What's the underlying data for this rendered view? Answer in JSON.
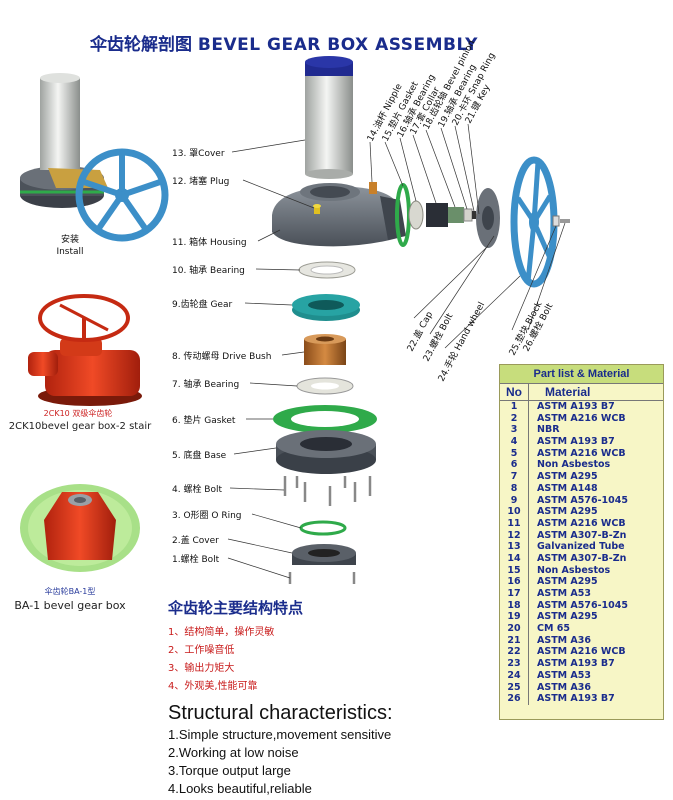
{
  "title": {
    "cn": "伞齿轮解剖图",
    "en": "BEVEL GEAR BOX  ASSEMBLY"
  },
  "left_captions": {
    "install_cn": "安装",
    "install_en": "Install",
    "ck10_cn": "2CK10 双级伞齿轮",
    "ck10_en": "2CK10bevel gear box-2 stair",
    "ba1_cn": "伞齿轮BA-1型",
    "ba1_en": "BA-1 bevel gear box"
  },
  "left_parts": [
    "13.  罩Cover",
    "12. 堵塞 Plug",
    "11. 箱体 Housing",
    "10. 轴承 Bearing",
    "9.齿轮盘  Gear",
    "8. 传动螺母 Drive Bush",
    "7.  轴承 Bearing",
    "6.  垫片  Gasket",
    "5. 底盘 Base",
    "4. 螺栓 Bolt",
    "3. O形圈 O Ring",
    "2.盖 Cover",
    "1.螺栓 Bolt"
  ],
  "top_parts": [
    "14.油杯  Nipple",
    "15.垫片 Gasket",
    "16.轴承 Bearing",
    "17.套 Collar",
    "18.齿轮轴 Bevel pinion",
    "19.轴承 Bearing",
    "20.卡环 Snap Ring",
    "21.键 Key"
  ],
  "bottom_parts": [
    "22.盖  Cap",
    "23.螺栓 Bolt",
    "24.手轮 Hand wheel",
    "25.垫块 Block",
    "26.螺栓 Bolt"
  ],
  "features": {
    "title_cn": "伞齿轮主要结构特点",
    "items_cn": [
      "1、结构简单，操作灵敏",
      "2、工作噪音低",
      "3、输出力矩大",
      "4、外观美,性能可靠"
    ],
    "title_en": "Structural characteristics:",
    "items_en": [
      "1.Simple structure,movement sensitive",
      "2.Working at low noise",
      "3.Torque output large",
      "4.Looks beautiful,reliable"
    ]
  },
  "table": {
    "title": "Part   list &  Material",
    "col_no": "No",
    "col_material": "Material",
    "rows": [
      {
        "no": "1",
        "material": "ASTM   A193 B7"
      },
      {
        "no": "2",
        "material": "ASTM   A216 WCB"
      },
      {
        "no": "3",
        "material": "NBR"
      },
      {
        "no": "4",
        "material": "ASTM   A193 B7"
      },
      {
        "no": "5",
        "material": "ASTM   A216 WCB"
      },
      {
        "no": "6",
        "material": "Non Asbestos"
      },
      {
        "no": "7",
        "material": "ASTM   A295"
      },
      {
        "no": "8",
        "material": "ASTM   A148"
      },
      {
        "no": "9",
        "material": "ASTM  A576-1045"
      },
      {
        "no": "10",
        "material": "ASTM   A295"
      },
      {
        "no": "11",
        "material": "ASTM   A216  WCB"
      },
      {
        "no": "12",
        "material": "ASTM   A307-B-Zn"
      },
      {
        "no": "13",
        "material": "Galvanized Tube"
      },
      {
        "no": "14",
        "material": "ASTM   A307-B-Zn"
      },
      {
        "no": "15",
        "material": "Non Asbestos"
      },
      {
        "no": "16",
        "material": "ASTM A295"
      },
      {
        "no": "17",
        "material": "ASTM   A53"
      },
      {
        "no": "18",
        "material": "ASTM   A576-1045"
      },
      {
        "no": "19",
        "material": "ASTM   A295"
      },
      {
        "no": "20",
        "material": "CM 65"
      },
      {
        "no": "21",
        "material": "ASTM   A36"
      },
      {
        "no": "22",
        "material": "ASTM   A216 WCB"
      },
      {
        "no": "23",
        "material": "ASTM   A193 B7"
      },
      {
        "no": "24",
        "material": "ASTM   A53"
      },
      {
        "no": "25",
        "material": "ASTM   A36"
      },
      {
        "no": "26",
        "material": "ASTM    A193 B7"
      }
    ]
  },
  "colors": {
    "title": "#1a2c8c",
    "handwheel": "#3c8fc8",
    "gear": "#27a3a3",
    "gasket": "#2faa4a",
    "housing": "#5f6670",
    "cover": "#d9dbd8",
    "cover_cap": "#202a90",
    "red_box": "#e03a1a",
    "bush": "#b06a2a",
    "table_bg": "#f7f6c6",
    "table_head": "#c7dd7c"
  }
}
